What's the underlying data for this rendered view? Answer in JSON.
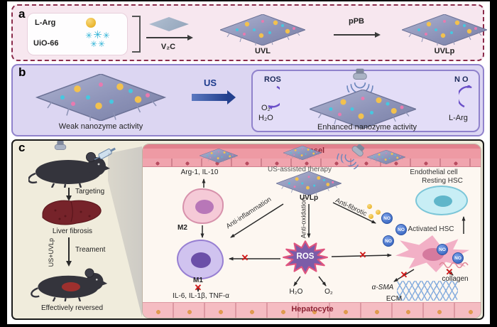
{
  "panel_a": {
    "label": "a",
    "l_arg": "L-Arg",
    "uio66": "UiO-66",
    "v2c": "V₂C",
    "uvl": "UVL",
    "ppb": "pPB",
    "uvlp": "UVLp"
  },
  "panel_b": {
    "label": "b",
    "weak_activity": "Weak nanozyme activity",
    "us": "US",
    "ros": "ROS",
    "o2": "O₂",
    "h2o": "H₂O",
    "no": "NO",
    "l_arg": "L-Arg",
    "enhanced_activity": "Enhanced nanozyme activity"
  },
  "panel_c": {
    "label": "c",
    "targeting": "Targeting",
    "liver_fibrosis": "Liver fibrosis",
    "us_uvlp": "US+UVLp",
    "treatment": "Treament",
    "effectively_reversed": "Effectively reversed",
    "vessel": "Vessel",
    "endothelial_cell": "Endothelial cell",
    "us_assisted_therapy": "US-assisted therapy",
    "resting_hsc": "Resting HSC",
    "uvlp": "UVLp",
    "arg1_il10": "Arg-1, IL-10",
    "m2": "M2",
    "m1": "M1",
    "anti_inflammation": "Anti-inflammation",
    "anti_oxidation": "Anti-oxidation",
    "anti_fibrotic": "Anti-fibrotic",
    "activated_hsc": "Activated HSC",
    "cytokines": "IL-6, IL-1β, TNF-α",
    "ros": "ROS",
    "h2o": "H₂O",
    "o2": "O₂",
    "no": "NO",
    "collagen": "collagen",
    "a_sma": "α-SMA",
    "ecm": "ECM",
    "hepatocyte": "Hepatocyte"
  },
  "icons": {
    "inhibition": "✕",
    "molecule_asterisk": "✳"
  },
  "colors": {
    "panel_a_bg": "#f7e7ef",
    "panel_a_border": "#8a2a4a",
    "panel_b_bg": "#dcd6f2",
    "panel_b_border": "#9082cc",
    "panel_c_bg": "#f0ecdc",
    "vessel_pink": "#ee9aa4",
    "hepatocyte_pink": "#f5bcc2",
    "us_arrow_navy": "#23408e",
    "ros_star_purple": "#7b5ca8",
    "no_badge_blue": "#4a78cc",
    "inhibition_red": "#d01818",
    "nanosheet_gray": "#8d93b8",
    "uio66_gold": "#f2c14e"
  }
}
